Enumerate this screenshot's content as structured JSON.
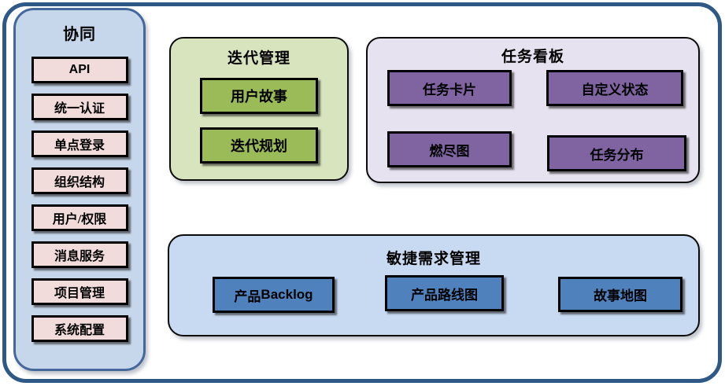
{
  "diagram": {
    "type": "module-map"
  },
  "colors": {
    "outer_border": "#2E5886",
    "sidebar_fill": "#C7D7EB",
    "sidebar_border": "#44689C",
    "sidebar_item_fill": "#F2DCDB",
    "iteration_fill": "#D8E4BE",
    "iteration_item_fill": "#9BBB59",
    "kanban_fill": "#E7E2EF",
    "kanban_item_fill": "#8064A2",
    "requirements_fill": "#C8DAF1",
    "requirements_item_fill": "#4F81BD",
    "box_border": "#000000",
    "text": "#000000"
  },
  "sidebar": {
    "title": "协同",
    "items": [
      {
        "label": "API"
      },
      {
        "label": "统一认证"
      },
      {
        "label": "单点登录"
      },
      {
        "label": "组织结构"
      },
      {
        "label": "用户/权限"
      },
      {
        "label": "消息服务"
      },
      {
        "label": "项目管理"
      },
      {
        "label": "系统配置"
      }
    ]
  },
  "modules": {
    "iteration": {
      "title": "迭代管理",
      "items": [
        {
          "label": "用户故事"
        },
        {
          "label": "迭代规划"
        }
      ]
    },
    "kanban": {
      "title": "任务看板",
      "items": [
        {
          "label": "任务卡片"
        },
        {
          "label": "自定义状态"
        },
        {
          "label": "燃尽图"
        },
        {
          "label": "任务分布"
        }
      ]
    },
    "requirements": {
      "title": "敏捷需求管理",
      "items": [
        {
          "label_zh": "产品",
          "label_en": "Backlog"
        },
        {
          "label": "产品路线图"
        },
        {
          "label": "故事地图"
        }
      ]
    }
  }
}
